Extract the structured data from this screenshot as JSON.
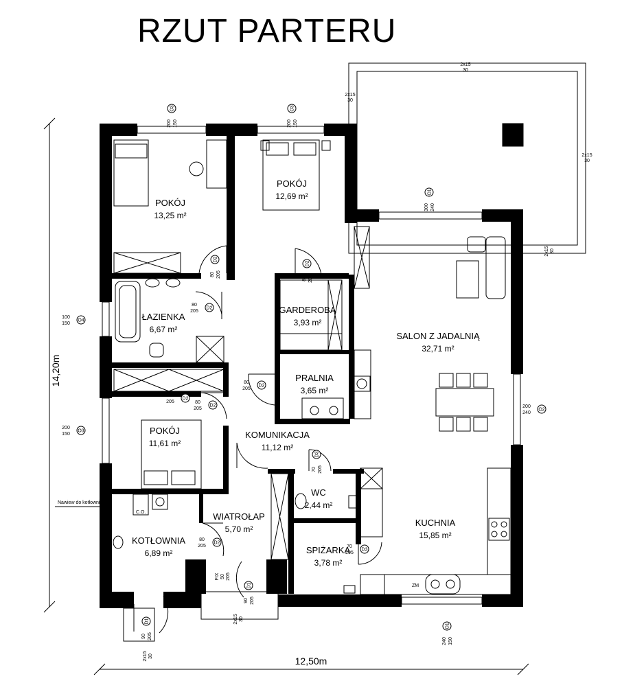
{
  "title": "RZUT PARTERU",
  "dimensions": {
    "width": "12,50m",
    "height": "14,20m"
  },
  "rooms": [
    {
      "name": "POKÓJ",
      "area": "13,25 m²"
    },
    {
      "name": "POKÓJ",
      "area": "12,69 m²"
    },
    {
      "name": "ŁAZIENKA",
      "area": "6,67 m²"
    },
    {
      "name": "GARDEROBA",
      "area": "3,93 m²"
    },
    {
      "name": "SALON Z JADALNIĄ",
      "area": "32,71 m²"
    },
    {
      "name": "PRALNIA",
      "area": "3,65 m²"
    },
    {
      "name": "POKÓJ",
      "area": "11,61 m²"
    },
    {
      "name": "KOMUNIKACJA",
      "area": "11,12 m²"
    },
    {
      "name": "WC",
      "area": "2,44 m²"
    },
    {
      "name": "WIATROŁAP",
      "area": "5,70 m²"
    },
    {
      "name": "KOTŁOWNIA",
      "area": "6,89 m²"
    },
    {
      "name": "SPIŻARKA",
      "area": "3,78 m²"
    },
    {
      "name": "KUCHNIA",
      "area": "15,85 m²"
    }
  ],
  "windows": [
    {
      "label": "O3",
      "size": "200\n150"
    },
    {
      "label": "O3",
      "size": "200\n150"
    },
    {
      "label": "O1",
      "size": "300\n240"
    },
    {
      "label": "O4",
      "size": "100\n150"
    },
    {
      "label": "O3",
      "size": "200\n150"
    },
    {
      "label": "O2",
      "size": "200\n240"
    },
    {
      "label": "O1",
      "size": "240\n150"
    }
  ],
  "doors": [
    {
      "label": "D2",
      "size": "80\n205"
    },
    {
      "label": "D2",
      "size": "80\n205"
    },
    {
      "label": "D2",
      "size": "80\n205"
    },
    {
      "label": "D2",
      "size": "80\n205"
    },
    {
      "label": "D2",
      "size": "80\n205"
    },
    {
      "label": "D2",
      "size": "80\n205"
    },
    {
      "label": "D3",
      "size": "70\n205"
    },
    {
      "label": "D3",
      "size": "70\n205"
    },
    {
      "label": "D2",
      "size": "80\n205"
    },
    {
      "label": "D1",
      "size": "90\n205"
    },
    {
      "label": "D1",
      "size": "90\n205"
    }
  ],
  "terrace_dims": [
    "2x15\n30",
    "2x15\n30",
    "2x15\n30",
    "2x15\n30",
    "2x15\n30",
    "2x15\n30"
  ],
  "fix_label": "FIX\n50\n205",
  "wall_note": "Nawiew do kotłowni",
  "zm_label": "ZM",
  "co_label": "C.O."
}
